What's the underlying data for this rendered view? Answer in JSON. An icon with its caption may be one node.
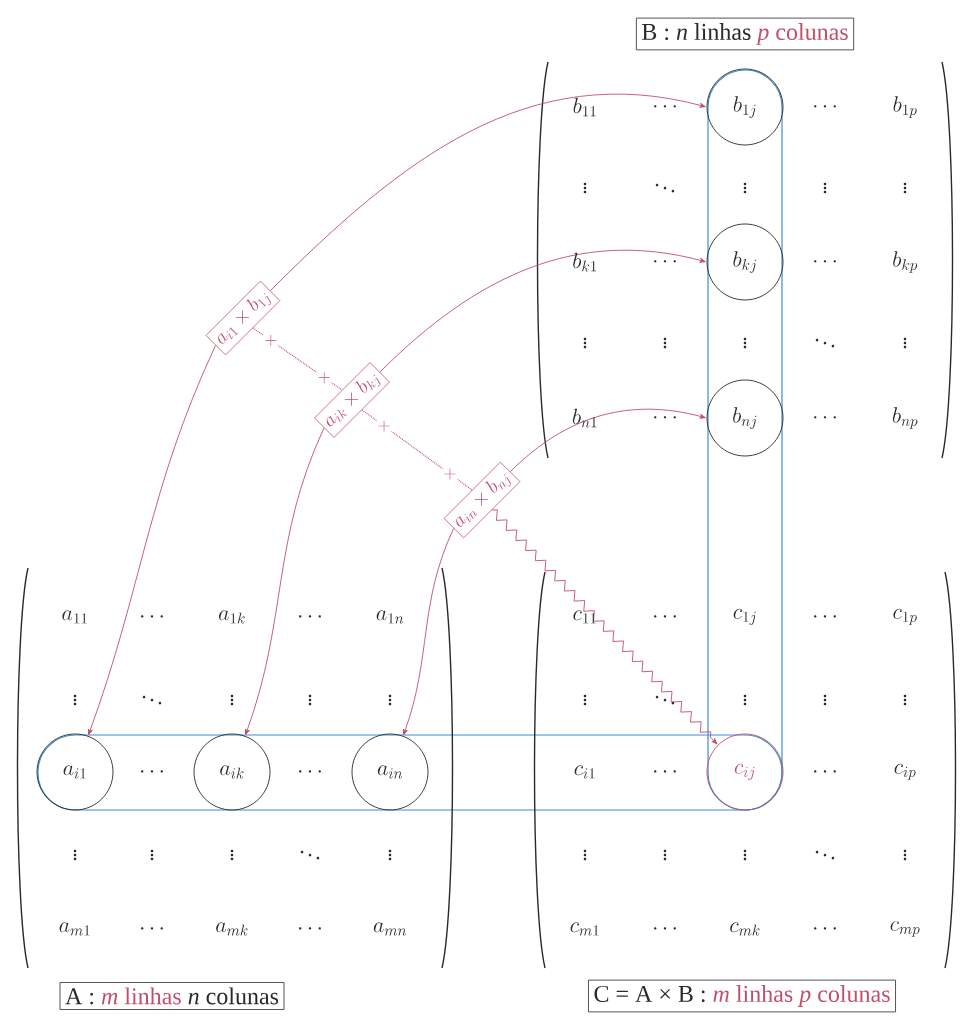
{
  "diagram": {
    "nodes": [
      {
        "text": [
          "B :",
          "*n* linhas",
          "*p* colunas"
        ]
      },
      {
        "text": [
          "b_{1j}"
        ]
      },
      {
        "text": [
          "b_{kj}"
        ]
      },
      {
        "text": [
          "b_{nj}"
        ]
      },
      {
        "text": [
          "a_{i1}\\times b_{1j}"
        ]
      },
      {
        "text": [
          "a_{ik}\\times b_{kj}"
        ]
      },
      {
        "text": [
          "a_{in}\\times b_{nj}"
        ]
      },
      {
        "text": [
          "a_{i1}"
        ]
      },
      {
        "text": [
          "a_{ik}"
        ]
      },
      {
        "text": [
          "a_{in}"
        ]
      },
      {
        "text": [
          "c_{ij}"
        ]
      },
      {
        "text": [
          "A :",
          "*m* linhas",
          "*n* colunas"
        ]
      },
      {
        "text": [
          "C = A × B :",
          "*m* linhas *p* colunas"
        ]
      }
    ],
    "edges": [
      {
        "from": 4,
        "to": 1,
        "arrow": "to"
      },
      {
        "from": 4,
        "to": 7,
        "arrow": "to"
      },
      {
        "from": 5,
        "to": 2,
        "arrow": "to"
      },
      {
        "from": 5,
        "to": 8,
        "arrow": "to"
      },
      {
        "from": 6,
        "to": 3,
        "arrow": "to"
      },
      {
        "from": 6,
        "to": 9,
        "arrow": "to"
      },
      {
        "from": 6,
        "to": 10,
        "arrow": "to"
      },
      {
        "from": 4,
        "to": 5,
        "arrow": "none",
        "style": "dashed"
      },
      {
        "from": 5,
        "to": 6,
        "arrow": "none",
        "style": "dashed"
      }
    ],
    "labels": [
      "b_{11}",
      "\\cdots",
      "\\cdots",
      "b_{1p}",
      "\\vdots",
      "\\ddots",
      "\\vdots",
      "\\vdots",
      "\\vdots",
      "b_{k1}",
      "\\cdots",
      "\\cdots",
      "b_{kp}",
      "\\vdots",
      "\\vdots",
      "\\vdots",
      "\\ddots",
      "\\vdots",
      "b_{n1}",
      "\\cdots",
      "\\cdots",
      "b_{np}",
      "a_{11}",
      "\\cdots",
      "a_{1k}",
      "\\cdots",
      "a_{1n}",
      "c_{11}",
      "\\cdots",
      "c_{1j}",
      "\\cdots",
      "c_{1p}",
      "\\vdots",
      "\\ddots",
      "\\vdots",
      "\\vdots",
      "\\vdots",
      "\\vdots",
      "\\ddots",
      "\\vdots",
      "\\vdots",
      "\\vdots",
      "\\cdots",
      "\\cdots",
      "c_{i1}",
      "\\cdots",
      "\\cdots",
      "c_{ip}",
      "\\vdots",
      "\\vdots",
      "\\vdots",
      "\\ddots",
      "\\vdots",
      "\\vdots",
      "\\vdots",
      "\\vdots",
      "\\ddots",
      "\\vdots",
      "a_{m1}",
      "\\cdots",
      "a_{mk}",
      "\\cdots",
      "a_{mn}",
      "c_{m1}",
      "\\cdots",
      "c_{mk}",
      "\\cdots",
      "c_{mp}",
      "+",
      "+",
      "+",
      "+"
    ]
  }
}
